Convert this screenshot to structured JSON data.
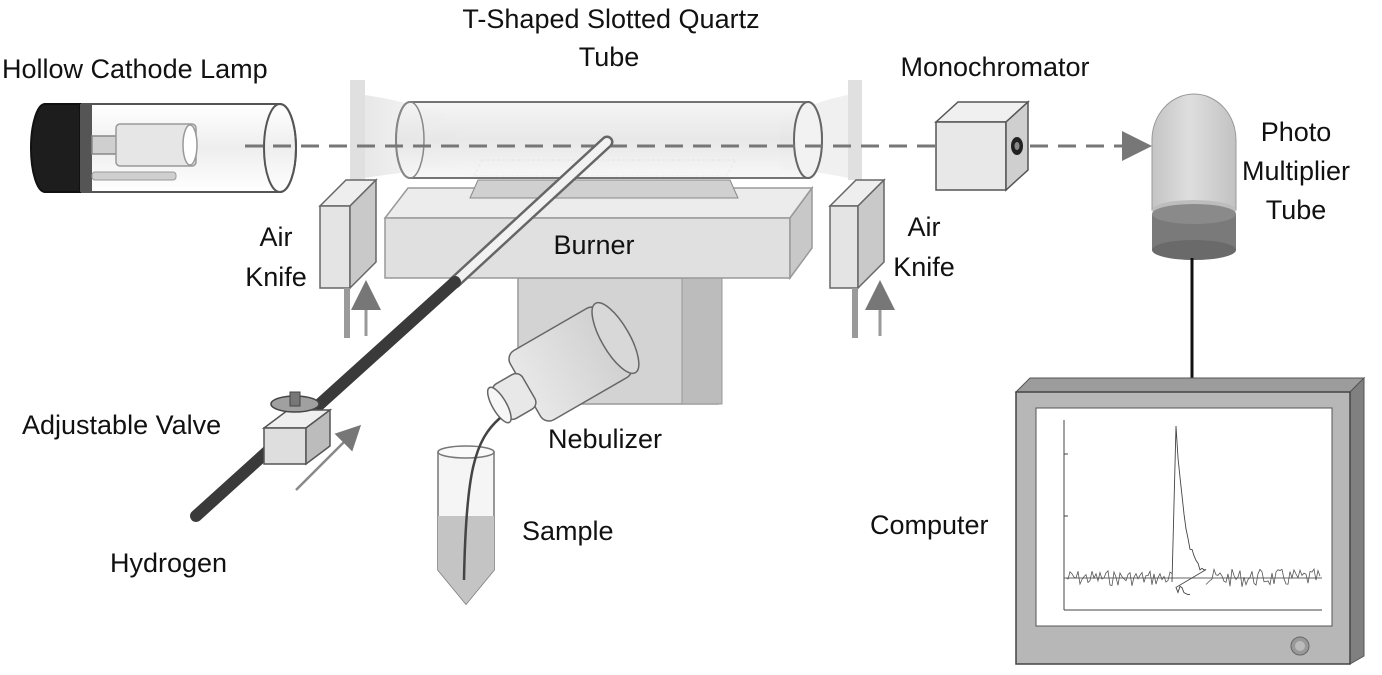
{
  "labels": {
    "hollow_cathode_lamp": "Hollow Cathode Lamp",
    "quartz_tube_line1": "T-Shaped Slotted Quartz",
    "quartz_tube_line2": "Tube",
    "monochromator": "Monochromator",
    "pmt_line1": "Photo",
    "pmt_line2": "Multiplier",
    "pmt_line3": "Tube",
    "air_knife_left_line1": "Air",
    "air_knife_left_line2": "Knife",
    "air_knife_right_line1": "Air",
    "air_knife_right_line2": "Knife",
    "burner": "Burner",
    "adjustable_valve": "Adjustable Valve",
    "nebulizer": "Nebulizer",
    "sample": "Sample",
    "hydrogen": "Hydrogen",
    "computer": "Computer"
  },
  "colors": {
    "beam": "#707070",
    "dark": "#333333",
    "burner_light": "#e2e2e2",
    "burner_mid": "#cfcfcf",
    "pmt_body": "#d2d2d2",
    "pmt_base": "#7a7a7a",
    "monitor_frame": "#bdbdbd"
  }
}
